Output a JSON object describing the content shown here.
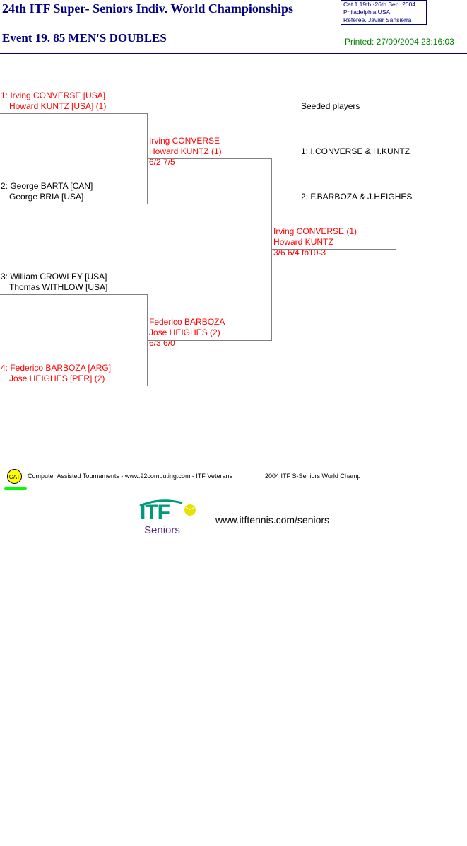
{
  "header": {
    "title": "24th ITF Super- Seniors Indiv. World Championships",
    "event": "Event 19. 85 MEN'S DOUBLES",
    "info_line1": "Cat 1   19th -26th Sep. 2004",
    "info_line2": "Philadelphia   USA",
    "info_line3": "Referee.  Javier Sansierra",
    "printed": "Printed: 27/09/2004 23:16:03"
  },
  "draw": {
    "r1": [
      {
        "line1": "1: Irving CONVERSE [USA]",
        "line2": "Howard KUNTZ [USA] (1)"
      },
      {
        "line1": "2: George BARTA [CAN]",
        "line2": "George BRIA [USA]"
      },
      {
        "line1": "3: William CROWLEY [USA]",
        "line2": "Thomas WITHLOW [USA]"
      },
      {
        "line1": "4: Federico BARBOZA [ARG]",
        "line2": "Jose HEIGHES [PER] (2)"
      }
    ],
    "r2": [
      {
        "line1": "Irving CONVERSE",
        "line2": "Howard KUNTZ (1)",
        "score": "6/2 7/5"
      },
      {
        "line1": "Federico BARBOZA",
        "line2": "Jose HEIGHES (2)",
        "score": "6/3 6/0"
      }
    ],
    "final": {
      "line1": "Irving CONVERSE (1)",
      "line2": "Howard KUNTZ",
      "score": "3/6 6/4 tb10-3"
    }
  },
  "seeds": {
    "title": "Seeded players",
    "items": [
      "1: I.CONVERSE & H.KUNTZ",
      "2: F.BARBOZA & J.HEIGHES"
    ]
  },
  "footer": {
    "cat_badge": "CAT",
    "credit": "Computer Assisted Tournaments - www.92computing.com -  ITF Veterans",
    "tournament": "2004 ITF S-Seniors World Champ",
    "logo_itf": "ITF",
    "logo_sub": "Seniors",
    "url": "www.itftennis.com/seniors"
  },
  "colors": {
    "title": "#000080",
    "printed": "#008000",
    "winner": "#ff0000",
    "logo_green": "#009a7a",
    "logo_purple": "#5a2a82"
  }
}
